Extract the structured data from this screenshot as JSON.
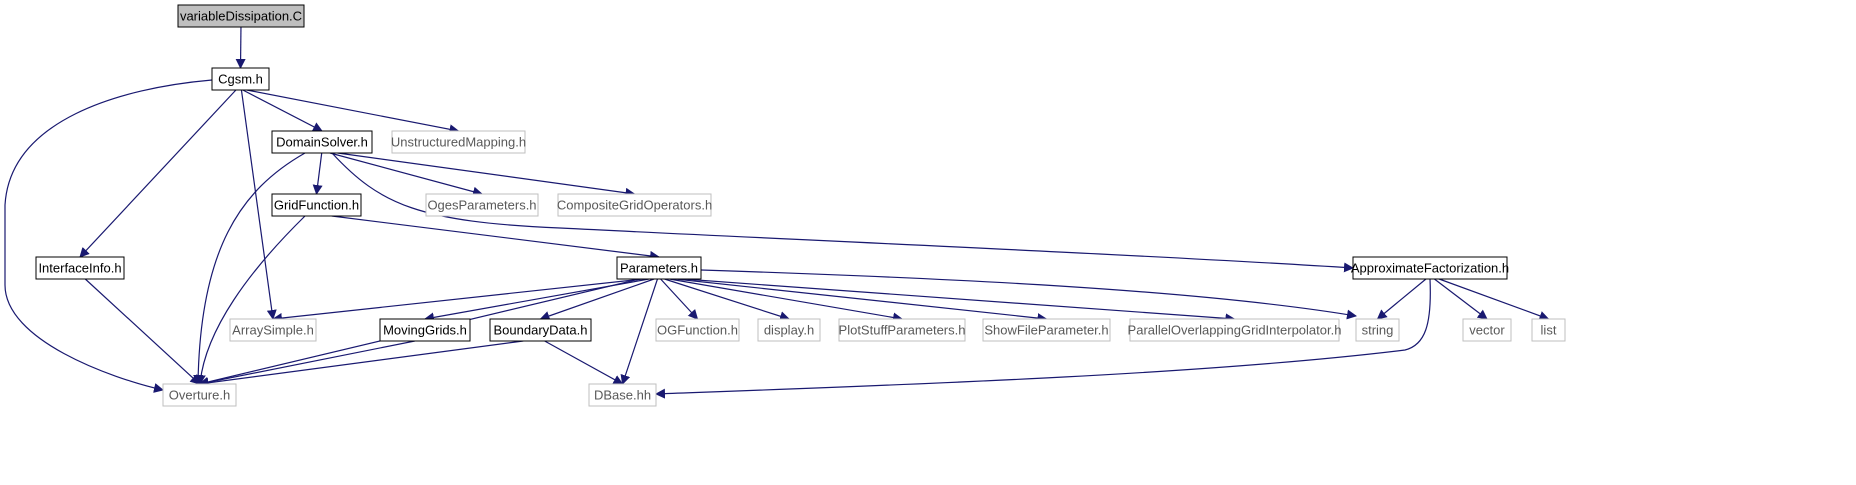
{
  "nodes": [
    {
      "id": "variableDissipation",
      "label": "variableDissipation.C",
      "style": "root"
    },
    {
      "id": "Cgsm",
      "label": "Cgsm.h",
      "style": "black"
    },
    {
      "id": "DomainSolver",
      "label": "DomainSolver.h",
      "style": "black"
    },
    {
      "id": "UnstructuredMapping",
      "label": "UnstructuredMapping.h",
      "style": "gray"
    },
    {
      "id": "GridFunction",
      "label": "GridFunction.h",
      "style": "black"
    },
    {
      "id": "OgesParameters",
      "label": "OgesParameters.h",
      "style": "gray"
    },
    {
      "id": "CompositeGridOperators",
      "label": "CompositeGridOperators.h",
      "style": "gray"
    },
    {
      "id": "InterfaceInfo",
      "label": "InterfaceInfo.h",
      "style": "black"
    },
    {
      "id": "Parameters",
      "label": "Parameters.h",
      "style": "black"
    },
    {
      "id": "ApproximateFactorization",
      "label": "ApproximateFactorization.h",
      "style": "black"
    },
    {
      "id": "ArraySimple",
      "label": "ArraySimple.h",
      "style": "gray"
    },
    {
      "id": "MovingGrids",
      "label": "MovingGrids.h",
      "style": "black"
    },
    {
      "id": "BoundaryData",
      "label": "BoundaryData.h",
      "style": "black"
    },
    {
      "id": "OGFunction",
      "label": "OGFunction.h",
      "style": "gray"
    },
    {
      "id": "display",
      "label": "display.h",
      "style": "gray"
    },
    {
      "id": "PlotStuffParameters",
      "label": "PlotStuffParameters.h",
      "style": "gray"
    },
    {
      "id": "ShowFileParameter",
      "label": "ShowFileParameter.h",
      "style": "gray"
    },
    {
      "id": "ParallelOverlappingGridInterpolator",
      "label": "ParallelOverlappingGridInterpolator.h",
      "style": "gray"
    },
    {
      "id": "string",
      "label": "string",
      "style": "gray"
    },
    {
      "id": "vector",
      "label": "vector",
      "style": "gray"
    },
    {
      "id": "list",
      "label": "list",
      "style": "gray"
    },
    {
      "id": "Overture",
      "label": "Overture.h",
      "style": "gray"
    },
    {
      "id": "DBase",
      "label": "DBase.hh",
      "style": "gray"
    }
  ],
  "edges": [
    [
      "variableDissipation",
      "Cgsm"
    ],
    [
      "Cgsm",
      "Overture"
    ],
    [
      "Cgsm",
      "InterfaceInfo"
    ],
    [
      "Cgsm",
      "ArraySimple"
    ],
    [
      "Cgsm",
      "DomainSolver"
    ],
    [
      "Cgsm",
      "UnstructuredMapping"
    ],
    [
      "DomainSolver",
      "Overture"
    ],
    [
      "DomainSolver",
      "GridFunction"
    ],
    [
      "DomainSolver",
      "OgesParameters"
    ],
    [
      "DomainSolver",
      "CompositeGridOperators"
    ],
    [
      "DomainSolver",
      "ApproximateFactorization"
    ],
    [
      "GridFunction",
      "Overture"
    ],
    [
      "GridFunction",
      "Parameters"
    ],
    [
      "InterfaceInfo",
      "Overture"
    ],
    [
      "Parameters",
      "ArraySimple"
    ],
    [
      "Parameters",
      "Overture"
    ],
    [
      "Parameters",
      "MovingGrids"
    ],
    [
      "Parameters",
      "BoundaryData"
    ],
    [
      "Parameters",
      "DBase"
    ],
    [
      "Parameters",
      "OGFunction"
    ],
    [
      "Parameters",
      "display"
    ],
    [
      "Parameters",
      "PlotStuffParameters"
    ],
    [
      "Parameters",
      "ShowFileParameter"
    ],
    [
      "Parameters",
      "ParallelOverlappingGridInterpolator"
    ],
    [
      "Parameters",
      "string"
    ],
    [
      "MovingGrids",
      "Overture"
    ],
    [
      "BoundaryData",
      "Overture"
    ],
    [
      "BoundaryData",
      "DBase"
    ],
    [
      "ApproximateFactorization",
      "string"
    ],
    [
      "ApproximateFactorization",
      "DBase"
    ],
    [
      "ApproximateFactorization",
      "vector"
    ],
    [
      "ApproximateFactorization",
      "list"
    ]
  ],
  "colors": {
    "edge": "#191970",
    "root_fill": "#bfbfbf",
    "black_border": "#000000",
    "gray_border": "#bfbfbf",
    "black_text": "#000000",
    "gray_text": "#595959"
  }
}
